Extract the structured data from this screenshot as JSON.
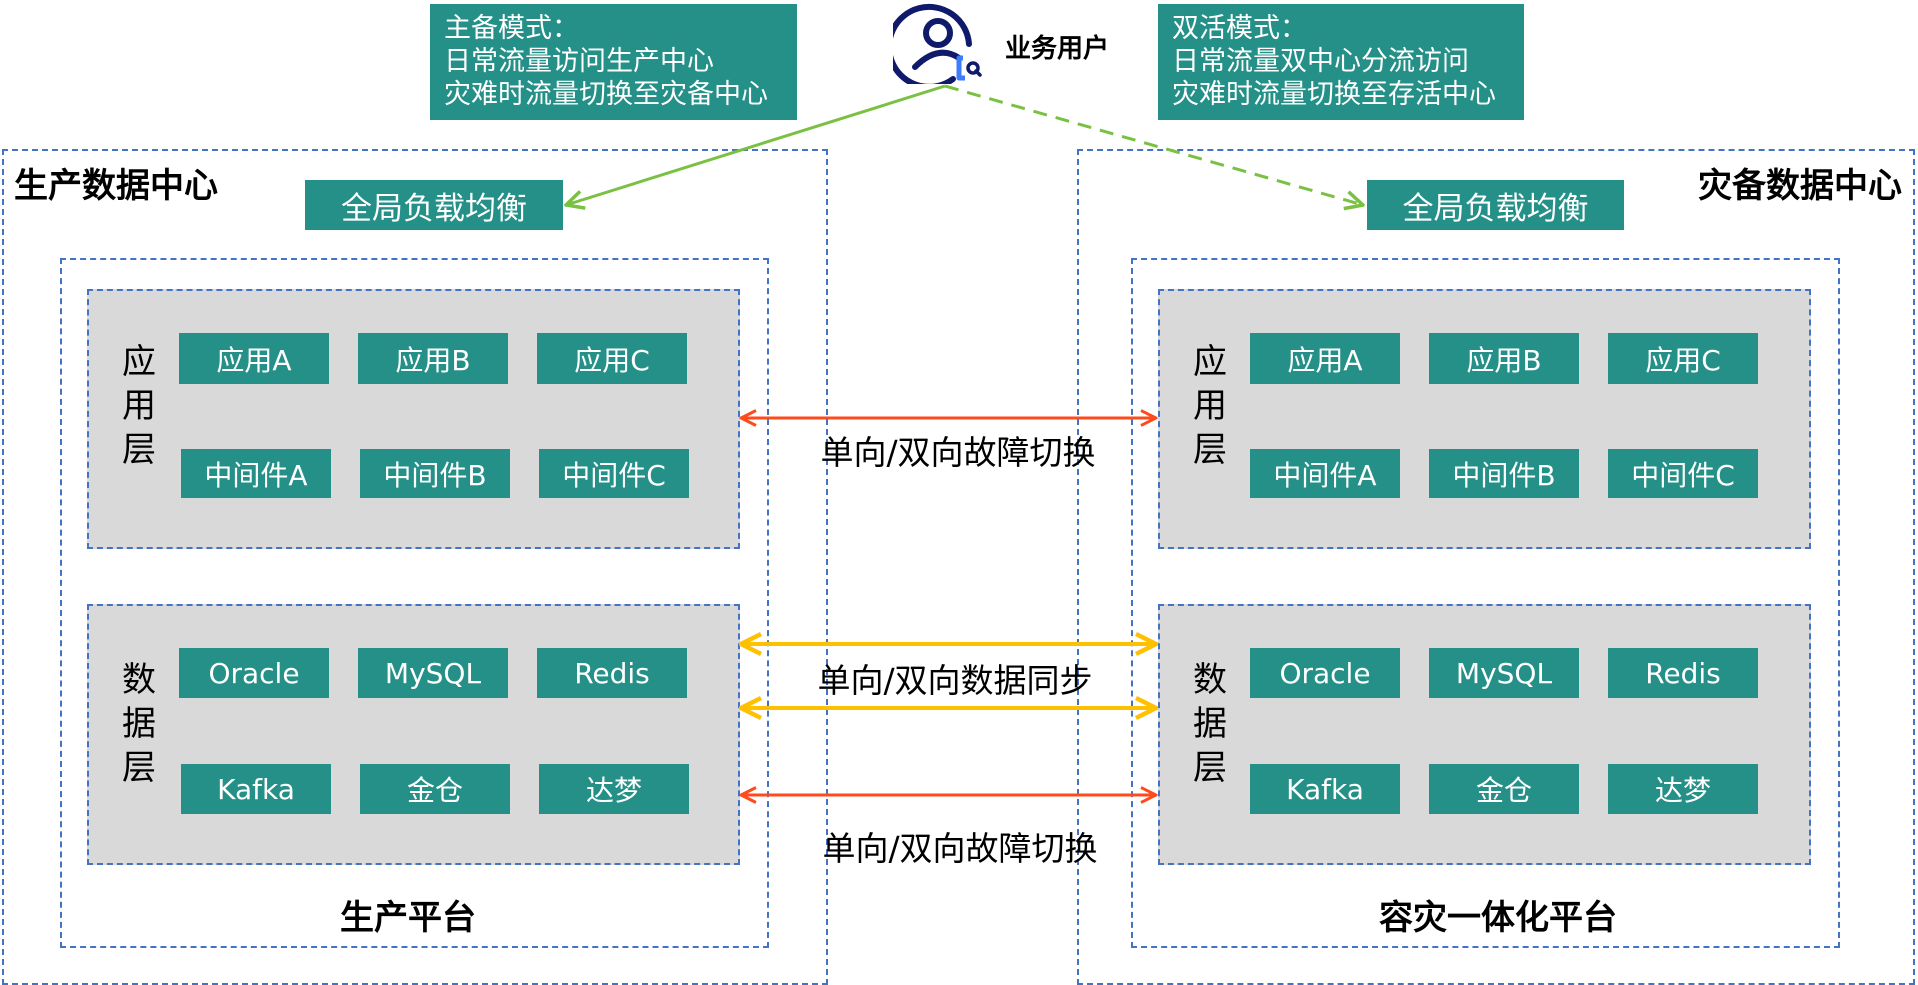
{
  "user": {
    "label": "业务用户",
    "icon": "user-search-icon"
  },
  "notes": {
    "active_standby": {
      "title": "主备模式：",
      "line1": "日常流量访问生产中心",
      "line2": "灾难时流量切换至灾备中心"
    },
    "active_active": {
      "title": "双活模式：",
      "line1": "日常流量双中心分流访问",
      "line2": "灾难时流量切换至存活中心"
    }
  },
  "production": {
    "title": "生产数据中心",
    "glb": "全局负载均衡",
    "platform": "生产平台",
    "app_layer": {
      "label": [
        "应",
        "用",
        "层"
      ],
      "row1": [
        "应用A",
        "应用B",
        "应用C"
      ],
      "row2": [
        "中间件A",
        "中间件B",
        "中间件C"
      ]
    },
    "data_layer": {
      "label": [
        "数",
        "据",
        "层"
      ],
      "row1": [
        "Oracle",
        "MySQL",
        "Redis"
      ],
      "row2": [
        "Kafka",
        "金仓",
        "达梦"
      ]
    }
  },
  "dr": {
    "title": "灾备数据中心",
    "glb": "全局负载均衡",
    "platform": "容灾一体化平台",
    "app_layer": {
      "label": [
        "应",
        "用",
        "层"
      ],
      "row1": [
        "应用A",
        "应用B",
        "应用C"
      ],
      "row2": [
        "中间件A",
        "中间件B",
        "中间件C"
      ]
    },
    "data_layer": {
      "label": [
        "数",
        "据",
        "层"
      ],
      "row1": [
        "Oracle",
        "MySQL",
        "Redis"
      ],
      "row2": [
        "Kafka",
        "金仓",
        "达梦"
      ]
    }
  },
  "links": {
    "app_failover": "单向/双向故障切换",
    "data_sync": "单向/双向数据同步",
    "data_failover": "单向/双向故障切换"
  },
  "colors": {
    "teal": "#259087",
    "dash_blue": "#4472c4",
    "failover_red": "#ff4a1c",
    "sync_yellow": "#ffc000",
    "traffic_green": "#7ac143",
    "user_navy": "#0f1a6b"
  }
}
